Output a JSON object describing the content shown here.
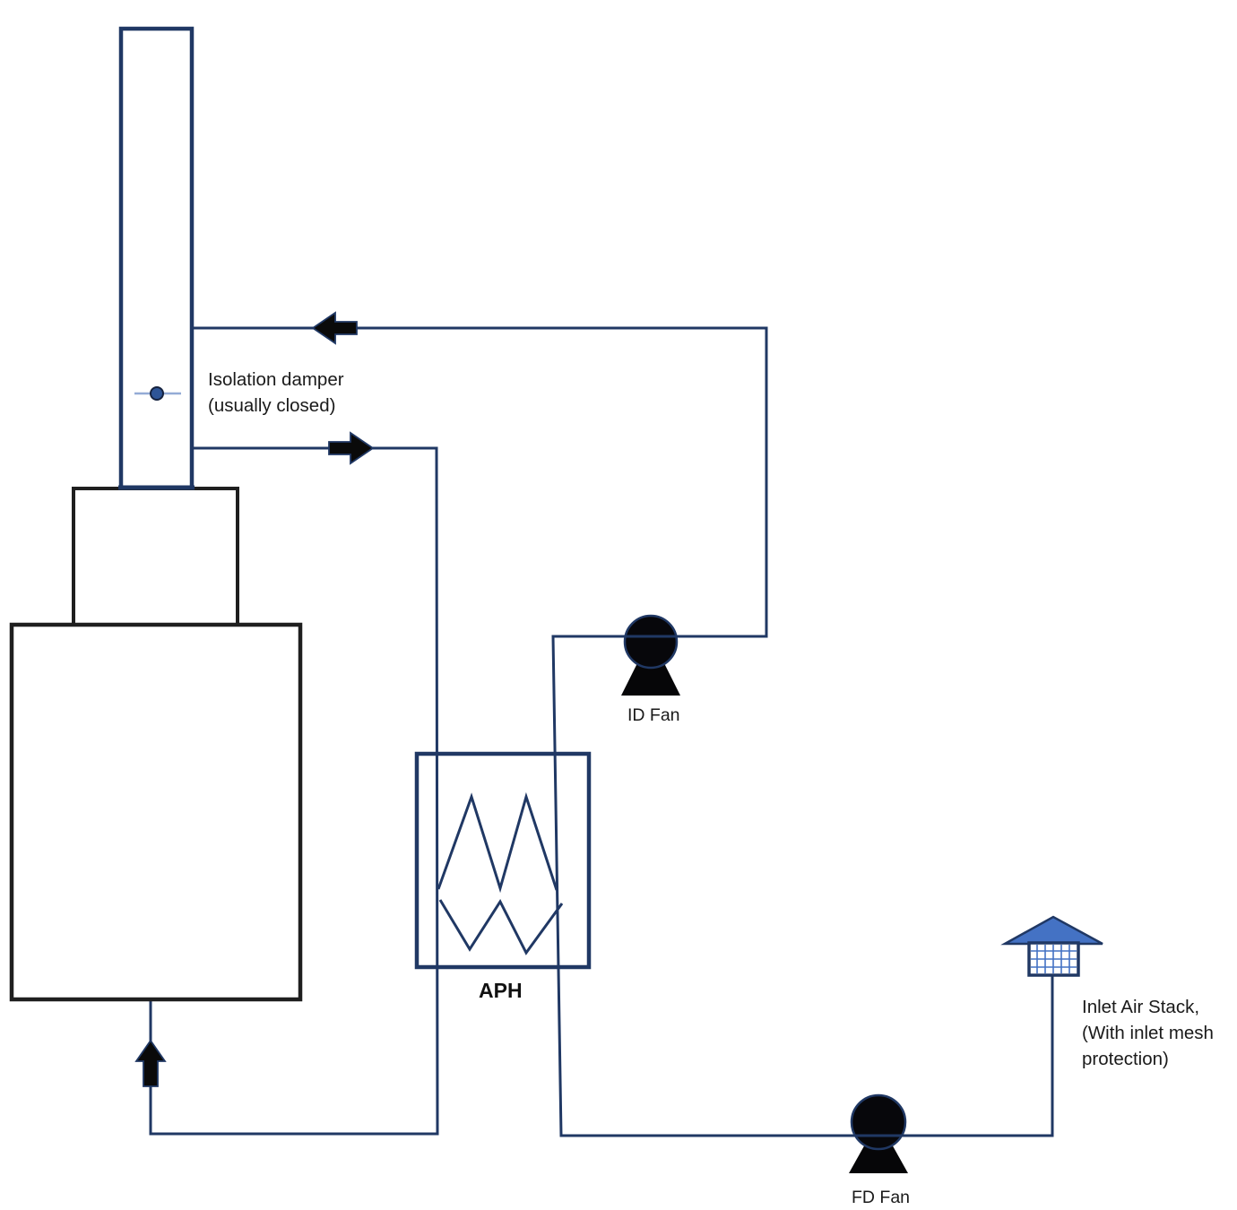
{
  "diagram": {
    "background": "#ffffff",
    "labels": {
      "isolation_damper": {
        "line1": "Isolation damper",
        "line2": "(usually closed)"
      },
      "id_fan": "ID Fan",
      "aph": "APH",
      "fd_fan": "FD Fan",
      "inlet_air_stack": {
        "line1": "Inlet Air Stack,",
        "line2": "(With inlet mesh",
        "line3": "protection)"
      }
    },
    "colors": {
      "pipe": "#203864",
      "equipment_outline_black": "#1f1f1f",
      "equipment_outline_navy": "#203864",
      "fan_fill": "#07070b",
      "arrow_fill": "#0a0a0a",
      "inlet_cap_fill": "#4472C4",
      "mesh_grid": "#4472C4",
      "damper_rod": "#94ABD6",
      "damper_disc": "#2E5597",
      "text": "#1a1a1a"
    }
  }
}
